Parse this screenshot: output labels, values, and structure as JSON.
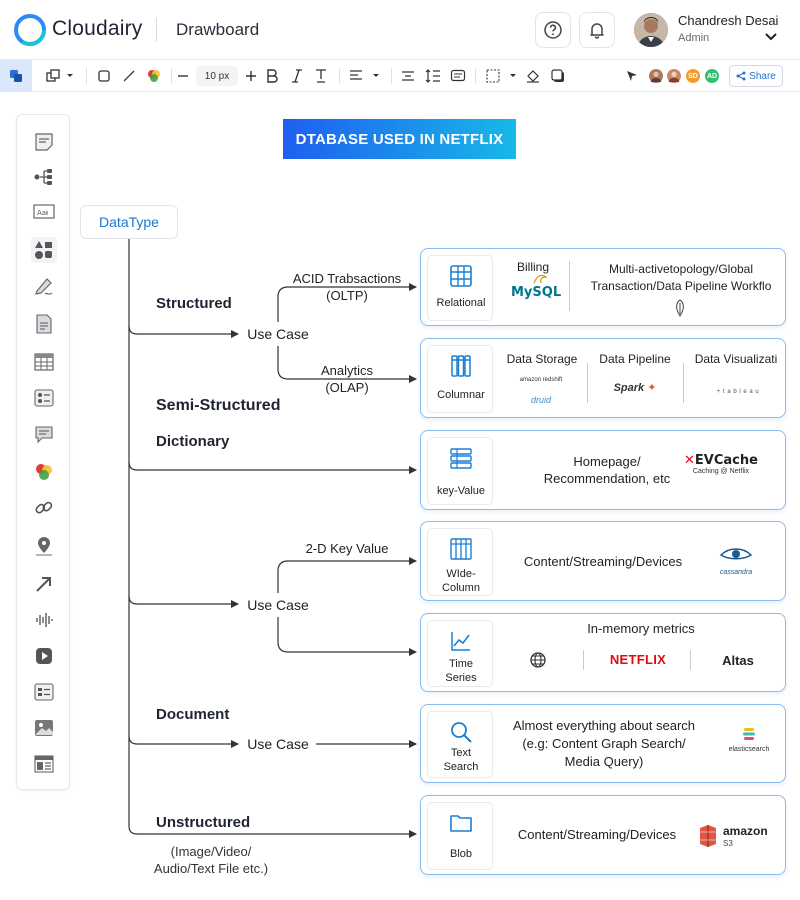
{
  "header": {
    "brand": "Cloudairy",
    "app_name": "Drawboard",
    "user_name": "Chandresh Desai",
    "user_role": "Admin"
  },
  "toolbar": {
    "font_size": "10 px",
    "collaborators": [
      {
        "initials": "",
        "color": "#b07a5a"
      },
      {
        "initials": "",
        "color": "#c48a6a"
      },
      {
        "initials": "SD",
        "color": "#f29a2e"
      },
      {
        "initials": "AD",
        "color": "#2fbf71"
      }
    ],
    "share_label": "Share"
  },
  "diagram": {
    "title": "DTABASE USED IN NETFLIX",
    "root": "DataType",
    "categories": {
      "structured": "Structured",
      "semi_structured": "Semi-Structured",
      "dictionary": "Dictionary",
      "document": "Document",
      "unstructured": "Unstructured",
      "unstructured_note_1": "(Image/Video/",
      "unstructured_note_2": "Audio/Text File etc.)"
    },
    "use_case_label": "Use Case",
    "edge_labels": {
      "acid_1": "ACID Trabsactions",
      "acid_2": "(OLTP)",
      "analytics_1": "Analytics",
      "analytics_2": "(OLAP)",
      "kv_2d": "2-D Key Value"
    },
    "cards": {
      "relational": {
        "type": "Relational",
        "billing": "Billing",
        "mysql": "MySQL",
        "multi_1": "Multi-activetopology/Global",
        "multi_2": "Transaction/Data Pipeline Workflo"
      },
      "columnar": {
        "type": "Columnar",
        "c1": "Data Storage",
        "c2": "Data Pipeline",
        "c3": "Data Visualizati",
        "redshift": "amazon redshift",
        "druid": "druid",
        "spark": "Spark",
        "tableau": "+ t a b l e a u"
      },
      "keyvalue": {
        "type": "key-Value",
        "desc_1": "Homepage/",
        "desc_2": "Recommendation, etc",
        "evcache_1": "EVCache",
        "evcache_2": "Caching @ Netflix"
      },
      "widecolumn": {
        "type_1": "WIde-",
        "type_2": "Column",
        "desc": "Content/Streaming/Devices",
        "cassandra": "cassandra"
      },
      "timeseries": {
        "type_1": "Time",
        "type_2": "Series",
        "heading": "In-memory metrics",
        "netflix": "NETFLIX",
        "altas": "Altas"
      },
      "textsearch": {
        "type_1": "Text",
        "type_2": "Search",
        "desc_1": "Almost everything about search",
        "desc_2": "(e.g: Content Graph Search/",
        "desc_3": "Media Query)",
        "elastic": "elasticsearch"
      },
      "blob": {
        "type": "Blob",
        "desc": "Content/Streaming/Devices",
        "amazon": "amazon",
        "s3": "S3"
      }
    }
  },
  "colors": {
    "accent": "#1e5ff0",
    "card_border": "#8bbcef",
    "icon_blue": "#1a7fd4",
    "netflix_red": "#e50914"
  }
}
